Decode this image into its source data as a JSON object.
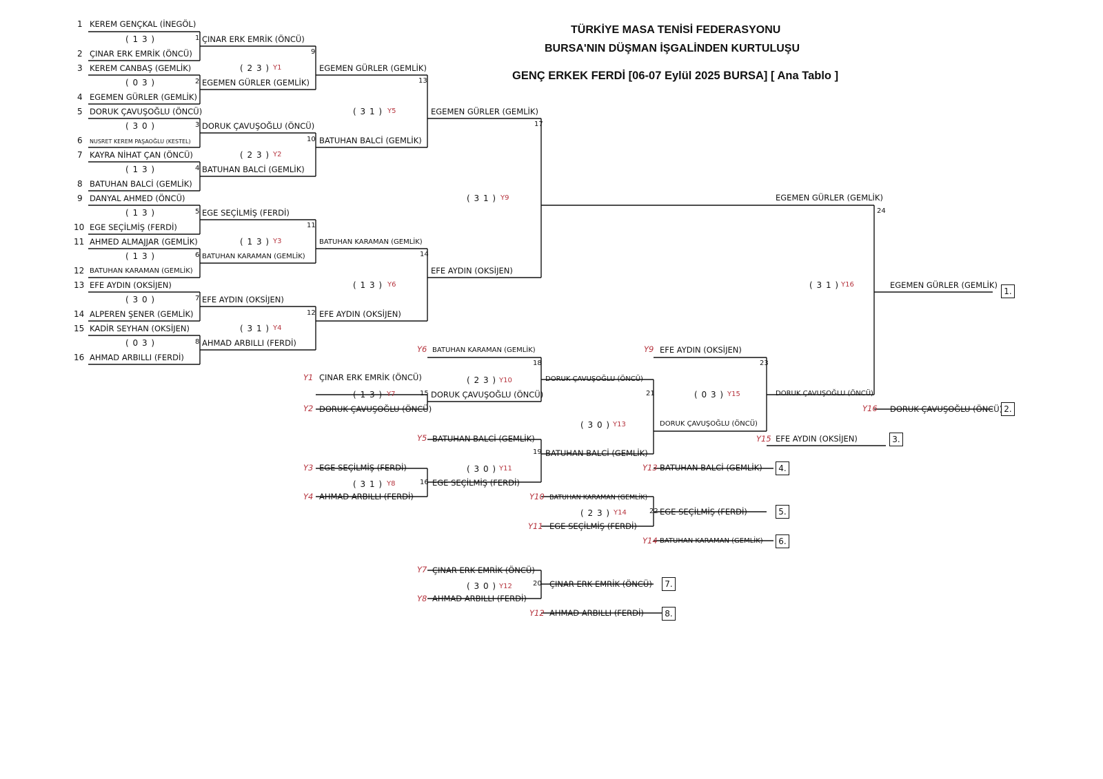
{
  "header": {
    "federation": "TÜRKİYE MASA TENİSİ FEDERASYONU",
    "event": "BURSA'NIN DÜŞMAN İŞGALİNDEN KURTULUŞU",
    "category": "GENÇ ERKEK FERDİ  [06-07 Eylül 2025 BURSA] [ Ana Tablo ]"
  },
  "seeds": [
    {
      "no": "1",
      "name": "KEREM GENÇKAL (İNEGÖL)"
    },
    {
      "no": "2",
      "name": "ÇINAR ERK EMRİK (ÖNCÜ)"
    },
    {
      "no": "3",
      "name": "KEREM CANBAŞ (GEMLİK)"
    },
    {
      "no": "4",
      "name": "EGEMEN GÜRLER (GEMLİK)"
    },
    {
      "no": "5",
      "name": "DORUK ÇAVUŞOĞLU (ÖNCÜ)"
    },
    {
      "no": "6",
      "name": "NUSRET KEREM PAŞAOĞLU (KESTEL)"
    },
    {
      "no": "7",
      "name": "KAYRA NİHAT ÇAN (ÖNCÜ)"
    },
    {
      "no": "8",
      "name": "BATUHAN BALCİ (GEMLİK)"
    },
    {
      "no": "9",
      "name": "DANYAL AHMED (ÖNCÜ)"
    },
    {
      "no": "10",
      "name": "EGE SEÇİLMİŞ (FERDİ)"
    },
    {
      "no": "11",
      "name": "AHMED ALMAJJAR (GEMLİK)"
    },
    {
      "no": "12",
      "name": "BATUHAN KARAMAN (GEMLİK)"
    },
    {
      "no": "13",
      "name": "EFE AYDIN (OKSİJEN)"
    },
    {
      "no": "14",
      "name": "ALPEREN ŞENER (GEMLİK)"
    },
    {
      "no": "15",
      "name": "KADİR SEYHAN (OKSİJEN)"
    },
    {
      "no": "16",
      "name": "AHMAD ARBILLI (FERDİ)"
    }
  ],
  "round1": [
    {
      "match": "1",
      "score": "( 1 3 )",
      "winner": "ÇINAR ERK EMRİK (ÖNCÜ)"
    },
    {
      "match": "2",
      "score": "( 0 3 )",
      "winner": "EGEMEN GÜRLER (GEMLİK)"
    },
    {
      "match": "3",
      "score": "( 3 0 )",
      "winner": "DORUK ÇAVUŞOĞLU (ÖNCÜ)"
    },
    {
      "match": "4",
      "score": "( 1 3 )",
      "winner": "BATUHAN BALCİ (GEMLİK)"
    },
    {
      "match": "5",
      "score": "( 1 3 )",
      "winner": "EGE SEÇİLMİŞ (FERDİ)"
    },
    {
      "match": "6",
      "score": "( 1 3 )",
      "winner": "BATUHAN KARAMAN (GEMLİK)"
    },
    {
      "match": "7",
      "score": "( 3 0 )",
      "winner": "EFE AYDIN (OKSİJEN)"
    },
    {
      "match": "8",
      "score": "( 0 3 )",
      "winner": "AHMAD ARBILLI (FERDİ)"
    }
  ],
  "round2": [
    {
      "match": "9",
      "score": "( 2 3 )",
      "code": "Y1",
      "winner": "EGEMEN GÜRLER (GEMLİK)"
    },
    {
      "match": "10",
      "score": "( 2 3 )",
      "code": "Y2",
      "winner": "BATUHAN BALCİ (GEMLİK)"
    },
    {
      "match": "11",
      "score": "( 1 3 )",
      "code": "Y3",
      "winner": "BATUHAN KARAMAN (GEMLİK)"
    },
    {
      "match": "12",
      "score": "( 3 1 )",
      "code": "Y4",
      "winner": "EFE AYDIN (OKSİJEN)"
    }
  ],
  "round3": [
    {
      "match": "13",
      "score": "( 3 1 )",
      "code": "Y5",
      "winner": "EGEMEN GÜRLER (GEMLİK)"
    },
    {
      "match": "14",
      "score": "( 1 3 )",
      "code": "Y6",
      "winner": "EFE AYDIN (OKSİJEN)"
    }
  ],
  "round4": {
    "match": "17",
    "score": "( 3 1 )",
    "code": "Y9",
    "winner": "EGEMEN GÜRLER (GEMLİK)"
  },
  "final": {
    "match": "24",
    "score": "( 3 1 )",
    "code": "Y16",
    "winner": "EGEMEN GÜRLER (GEMLİK)",
    "place": "1."
  },
  "consolation": {
    "m15": {
      "match": "15",
      "score": "( 1 3 )",
      "code": "Y7",
      "top_tag": "Y1",
      "top": "ÇINAR ERK EMRİK (ÖNCÜ)",
      "bot_tag": "Y2",
      "bot": "DORUK ÇAVUŞOĞLU (ÖNCÜ)",
      "winner": "DORUK ÇAVUŞOĞLU (ÖNCÜ)"
    },
    "m16": {
      "match": "16",
      "score": "( 3 1 )",
      "code": "Y8",
      "top_tag": "Y3",
      "top": "EGE SEÇİLMİŞ (FERDİ)",
      "bot_tag": "Y4",
      "bot": "AHMAD ARBILLI (FERDİ)",
      "winner": "EGE SEÇİLMİŞ (FERDİ)"
    },
    "m18": {
      "match": "18",
      "score": "( 2 3 )",
      "code": "Y10",
      "top_tag": "Y6",
      "top": "BATUHAN KARAMAN (GEMLİK)"
    },
    "m19": {
      "match": "19",
      "score": "( 3 0 )",
      "code": "Y11",
      "top_tag": "Y5",
      "top": "BATUHAN BALCİ (GEMLİK)"
    },
    "m21": {
      "match": "21",
      "score": "( 3 0 )",
      "code": "Y13",
      "winner": "DORUK ÇAVUŞOĞLU (ÖNCÜ)",
      "w19": "BATUHAN BALCİ (GEMLİK)"
    },
    "m23": {
      "match": "23",
      "score": "( 0 3 )",
      "code": "Y15",
      "top_tag": "Y9",
      "top": "EFE AYDIN (OKSİJEN)",
      "winner": "DORUK ÇAVUŞOĞLU (ÖNCÜ)",
      "mid": "DORUK ÇAVUŞOĞLU (ÖNCÜ)"
    },
    "m22": {
      "match": "22",
      "score": "( 2 3 )",
      "code": "Y14",
      "top_tag": "Y10",
      "top": "BATUHAN KARAMAN (GEMLİK)",
      "bot_tag": "Y11",
      "bot": "EGE SEÇİLMİŞ (FERDİ)",
      "winner": "EGE SEÇİLMİŞ (FERDİ)"
    },
    "m20": {
      "match": "20",
      "score": "( 3 0 )",
      "code": "Y12",
      "top_tag": "Y7",
      "top": "ÇINAR ERK EMRİK (ÖNCÜ)",
      "bot_tag": "Y8",
      "bot": "AHMAD ARBILLI (FERDİ)",
      "winner": "ÇINAR ERK EMRİK (ÖNCÜ)"
    }
  },
  "places": [
    {
      "tag": "",
      "name": "EGEMEN GÜRLER (GEMLİK)",
      "place": "1."
    },
    {
      "tag": "Y16",
      "name": "DORUK ÇAVUŞOĞLU (ÖNCÜ)",
      "place": "2."
    },
    {
      "tag": "Y15",
      "name": "EFE AYDIN (OKSİJEN)",
      "place": "3."
    },
    {
      "tag": "Y13",
      "name": "BATUHAN BALCİ (GEMLİK)",
      "place": "4."
    },
    {
      "tag": "",
      "name": "EGE SEÇİLMİŞ (FERDİ)",
      "place": "5."
    },
    {
      "tag": "Y14",
      "name": "BATUHAN KARAMAN (GEMLİK)",
      "place": "6."
    },
    {
      "tag": "",
      "name": "ÇINAR ERK EMRİK (ÖNCÜ)",
      "place": "7."
    },
    {
      "tag": "Y12",
      "name": "AHMAD ARBILLI (FERDİ)",
      "place": "8."
    }
  ]
}
